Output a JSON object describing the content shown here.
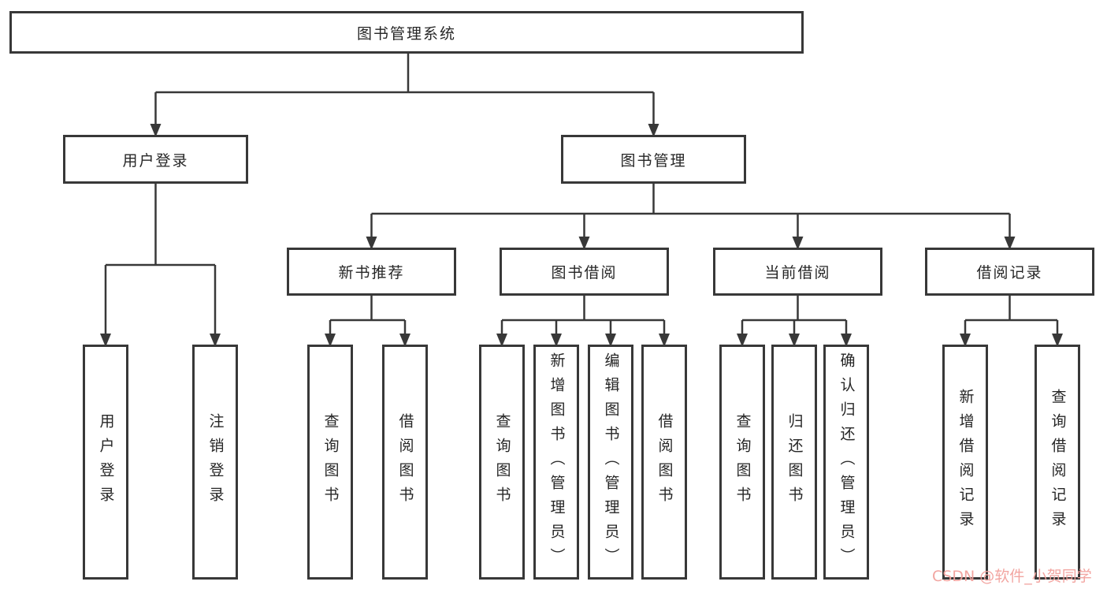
{
  "colors": {
    "line": "#383838",
    "text": "#262626",
    "watermark": "#f2a19c"
  },
  "watermark": {
    "text": "CSDN @软件_小贺同学"
  },
  "tree": {
    "root": {
      "label": "图书管理系统"
    },
    "children": [
      {
        "label": "用户登录",
        "children": [
          {
            "label": "用户登录"
          },
          {
            "label": "注销登录"
          }
        ]
      },
      {
        "label": "图书管理",
        "children": [
          {
            "label": "新书推荐",
            "children": [
              {
                "label": "查询图书"
              },
              {
                "label": "借阅图书"
              }
            ]
          },
          {
            "label": "图书借阅",
            "children": [
              {
                "label": "查询图书"
              },
              {
                "label": "新增图书（管理员）"
              },
              {
                "label": "编辑图书（管理员）"
              },
              {
                "label": "借阅图书"
              }
            ]
          },
          {
            "label": "当前借阅",
            "children": [
              {
                "label": "查询图书"
              },
              {
                "label": "归还图书"
              },
              {
                "label": "确认归还（管理员）"
              }
            ]
          },
          {
            "label": "借阅记录",
            "children": [
              {
                "label": "新增借阅记录"
              },
              {
                "label": "查询借阅记录"
              }
            ]
          }
        ]
      }
    ]
  }
}
